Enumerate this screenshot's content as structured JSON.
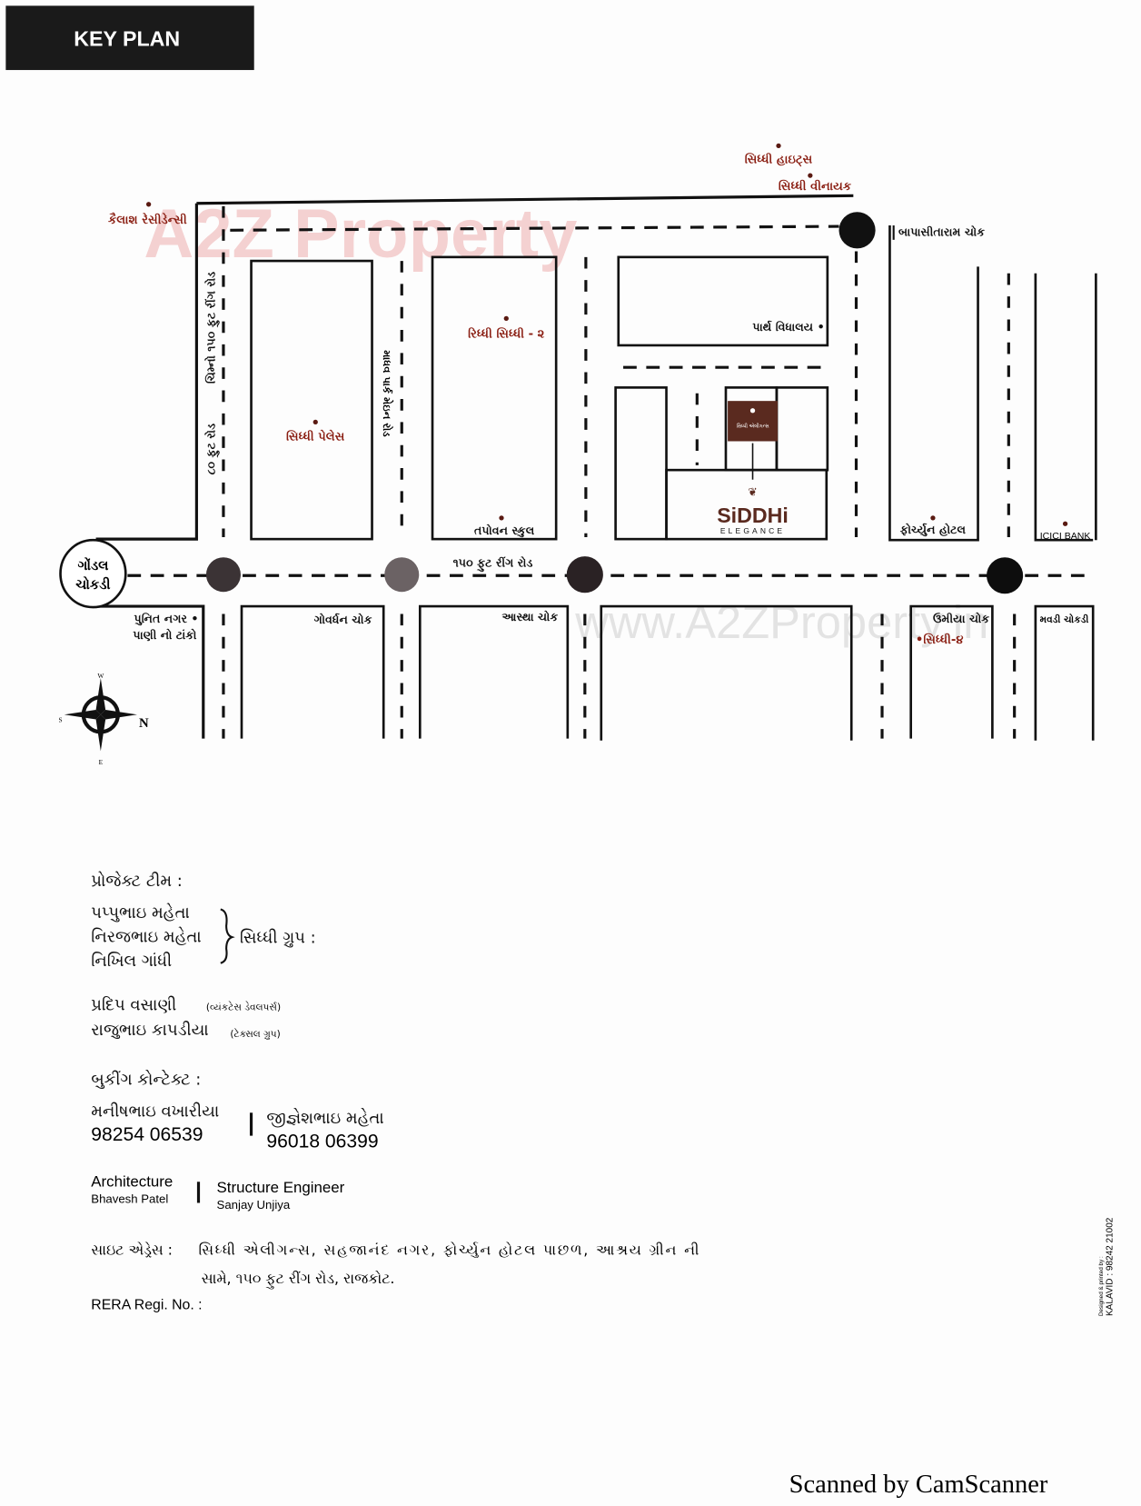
{
  "header": {
    "title": "KEY PLAN"
  },
  "watermarks": {
    "brand": "A2Z Property",
    "url": "www.A2ZProperty.in"
  },
  "map": {
    "landmarks": {
      "kailash": "કૈલાશ રેસીડેન્સી",
      "siddhi_heights": "સિધ્ધી હાઇટ્સ",
      "siddhi_vinayak": "સિધ્ધી વીનાયક",
      "bapasitaram": "બાપાસીતારામ ચોક",
      "siddhi_palace": "સિધ્ધી પેલેસ",
      "riddhi_siddhi": "રિધ્ધી સિધ્ધી - ૨",
      "tapovan": "તપોવન સ્કુલ",
      "parth": "પાર્થ વિધાલય •",
      "project_marker": "સિધ્ધી એલીગન્સ",
      "fortune": "ફોર્ચ્યુન હોટલ",
      "icici": "ICICI BANK",
      "gondal_1": "ગોંડલ",
      "gondal_2": "ચોકડી",
      "punit_1": "પુનિત નગર •",
      "punit_2": "પાણી નો ટાંકો",
      "govardhan": "ગોવર્ધન ચોક",
      "astha": "આસ્થા ચોક",
      "umiya": "ઉમીયા ચોક",
      "siddhi4": "•સિધ્ધી-૪",
      "mavdi": "મવડી ચોકડી"
    },
    "roads": {
      "ring_road": "૧૫૦ ફુટ રીંગ રોડ",
      "west_road": "ચિમ્નો ૧૫૦ ફુટ રીંગ રોડ",
      "road_80": "૮૦ ફુટ રોડ",
      "madhav": "માધવ પાર્ક મેઇન રોડ"
    },
    "logo": {
      "name": "SiDDHi",
      "tagline": "ELEGANCE"
    },
    "compass": {
      "n": "N",
      "s": "S",
      "w": "W",
      "e": "E"
    },
    "colors": {
      "project": "#5a2a1f",
      "landmark_text": "#8a1e12"
    }
  },
  "team": {
    "heading": "પ્રોજેક્ટ ટીમ :",
    "members": [
      "પપ્પુભાઇ મહેતા",
      "નિરજભાઇ મહેતા",
      "નિખિલ ગાંધી"
    ],
    "group": "સિધ્ધી ગ્રુપ :",
    "partners": [
      {
        "name": "પ્રદિપ વસાણી",
        "org": "(વ્યંકટેસ ડેવલપર્સ)"
      },
      {
        "name": "રાજુભાઇ કાપડીયા",
        "org": "(ટેક્સલ ગ્રુપ)"
      }
    ]
  },
  "booking": {
    "heading": "બુકીંગ કોન્ટેક્ટ :",
    "contacts": [
      {
        "name": "મનીષભાઇ વખારીયા",
        "phone": "98254 06539"
      },
      {
        "name": "જીજ્ઞેશભાઇ મહેતા",
        "phone": "96018 06399"
      }
    ]
  },
  "credits": {
    "architecture_label": "Architecture",
    "architect": "Bhavesh Patel",
    "structure_label": "Structure Engineer",
    "engineer": "Sanjay Unjiya"
  },
  "address": {
    "label": "સાઇટ એડ્રેસ :",
    "line1": "સિધ્ધી એલીગન્સ, સહજાનંદ નગર, ફોર્ચ્યુન હોટલ પાછળ, આશ્રય ગ્રીન ની",
    "line2": "સામે, ૧૫૦ ફુટ રીંગ રોડ, રાજકોટ."
  },
  "rera": "RERA Regi. No. :",
  "printer": {
    "line1": "Designed & printed by :",
    "line2": "KALAVID : 98242 21002"
  },
  "scanner": "Scanned by CamScanner"
}
